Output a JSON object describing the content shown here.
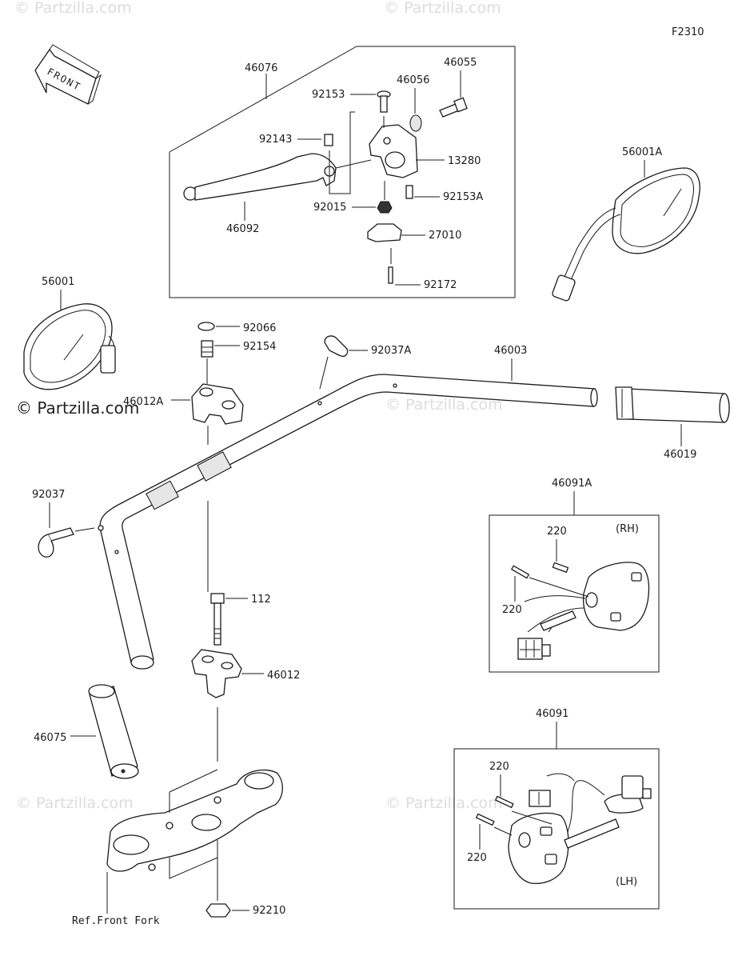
{
  "diagram_code": "F2310",
  "front_label": "FRONT",
  "reference_note": "Ref.Front Fork",
  "box_labels": {
    "rh": "(RH)",
    "lh": "(LH)"
  },
  "watermark": {
    "primary": "© Partzilla.com",
    "faint": "© Partzilla.com"
  },
  "callouts": [
    {
      "id": "46076",
      "label": "46076"
    },
    {
      "id": "46055",
      "label": "46055"
    },
    {
      "id": "46056",
      "label": "46056"
    },
    {
      "id": "92153",
      "label": "92153"
    },
    {
      "id": "92143",
      "label": "92143"
    },
    {
      "id": "13280",
      "label": "13280"
    },
    {
      "id": "92153A",
      "label": "92153A"
    },
    {
      "id": "92015",
      "label": "92015"
    },
    {
      "id": "46092",
      "label": "46092"
    },
    {
      "id": "27010",
      "label": "27010"
    },
    {
      "id": "92172",
      "label": "92172"
    },
    {
      "id": "56001A",
      "label": "56001A"
    },
    {
      "id": "56001",
      "label": "56001"
    },
    {
      "id": "92066",
      "label": "92066"
    },
    {
      "id": "92154",
      "label": "92154"
    },
    {
      "id": "92037A",
      "label": "92037A"
    },
    {
      "id": "46003",
      "label": "46003"
    },
    {
      "id": "46012A",
      "label": "46012A"
    },
    {
      "id": "46019",
      "label": "46019"
    },
    {
      "id": "92037",
      "label": "92037"
    },
    {
      "id": "46091A",
      "label": "46091A"
    },
    {
      "id": "220_a",
      "label": "220"
    },
    {
      "id": "220_b",
      "label": "220"
    },
    {
      "id": "112",
      "label": "112"
    },
    {
      "id": "46012",
      "label": "46012"
    },
    {
      "id": "46075",
      "label": "46075"
    },
    {
      "id": "46091",
      "label": "46091"
    },
    {
      "id": "220_c",
      "label": "220"
    },
    {
      "id": "220_d",
      "label": "220"
    },
    {
      "id": "92210",
      "label": "92210"
    }
  ]
}
